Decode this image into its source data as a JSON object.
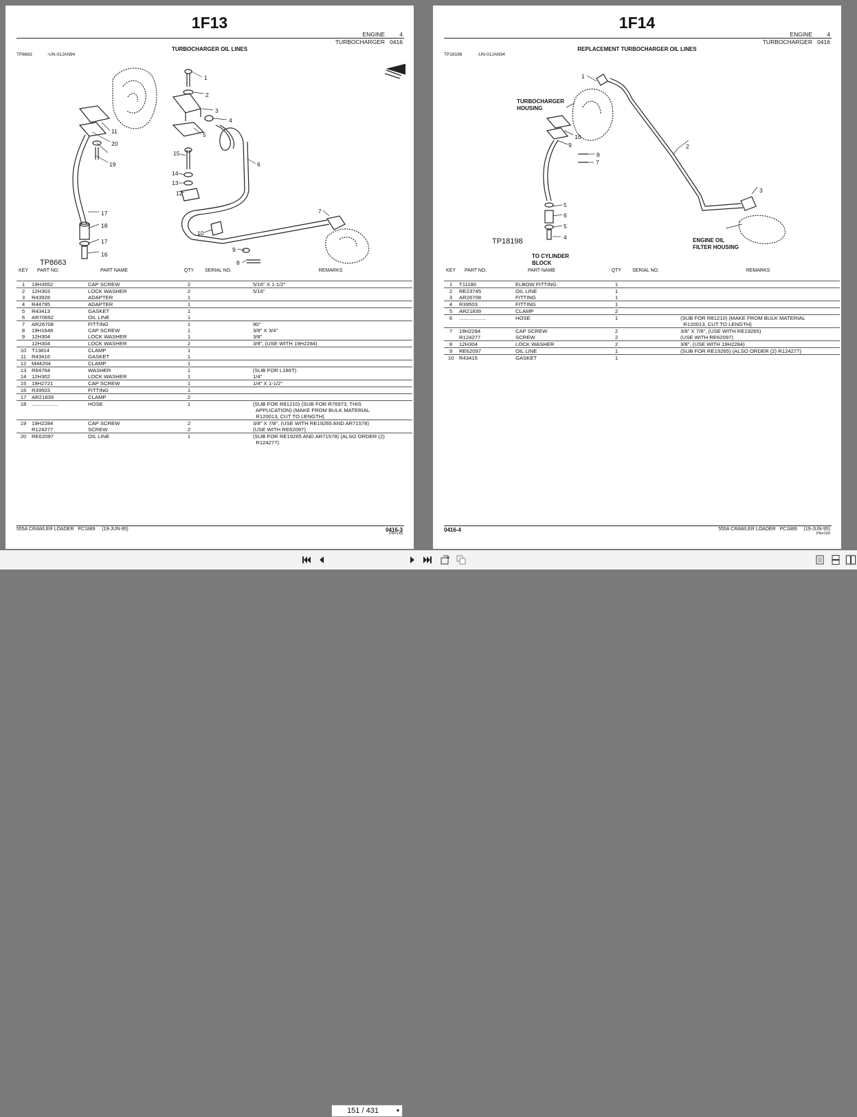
{
  "pages": [
    {
      "title": "1F13",
      "section": [
        {
          "name": "ENGINE",
          "num": "4"
        },
        {
          "name": "TURBOCHARGER",
          "num": "0416"
        }
      ],
      "caption": "TURBOCHARGER OIL LINES",
      "ref_id": "TP8663",
      "ref_date": "-UN-01JAN94",
      "diagram_tag": "TP8663",
      "callouts": [
        "1",
        "2",
        "3",
        "4",
        "5",
        "6",
        "7",
        "8",
        "9",
        "10",
        "11",
        "12",
        "13",
        "14",
        "15",
        "16",
        "17",
        "17",
        "18",
        "19",
        "20"
      ],
      "table_headers": {
        "key": "KEY",
        "part": "PART NO.",
        "name": "PART NAME",
        "qty": "QTY",
        "serial": "SERIAL NO.",
        "remarks": "REMARKS"
      },
      "rows": [
        {
          "key": "1",
          "part": "19H3552",
          "name": "CAP SCREW",
          "qty": "2",
          "remarks": "5/16\" X 1-1/2\""
        },
        {
          "key": "2",
          "part": "12H303",
          "name": "LOCK WASHER",
          "qty": "2",
          "remarks": "5/16\""
        },
        {
          "key": "3",
          "part": "R43928",
          "name": "ADAPTER",
          "qty": "1",
          "remarks": ""
        },
        {
          "key": "4",
          "part": "R44795",
          "name": "ADAPTER",
          "qty": "1",
          "remarks": ""
        },
        {
          "key": "5",
          "part": "R43413",
          "name": "GASKET",
          "qty": "1",
          "remarks": ""
        },
        {
          "key": "6",
          "part": "AR70692",
          "name": "OIL LINE",
          "qty": "1",
          "remarks": ""
        },
        {
          "key": "7",
          "part": "AR26708",
          "name": "FITTING",
          "qty": "1",
          "remarks": "90°"
        },
        {
          "key": "8",
          "part": "19H1648",
          "name": "CAP SCREW",
          "qty": "1",
          "remarks": "3/8\" X 3/4\""
        },
        {
          "key": "9",
          "part": "12H304",
          "name": "LOCK WASHER",
          "qty": "1",
          "remarks": "3/8\""
        },
        {
          "key": "",
          "part": "12H304",
          "name": "LOCK WASHER",
          "qty": "2",
          "remarks": "3/8\", (USE WITH 19H2284)"
        },
        {
          "key": "10",
          "part": "T13814",
          "name": "CLAMP",
          "qty": "1",
          "remarks": ""
        },
        {
          "key": "11",
          "part": "R43416",
          "name": "GASKET",
          "qty": "1",
          "remarks": ""
        },
        {
          "key": "12",
          "part": "M44204",
          "name": "CLAMP",
          "qty": "1",
          "remarks": ""
        },
        {
          "key": "13",
          "part": "R64764",
          "name": "WASHER",
          "qty": "1",
          "remarks": "(SUB FOR L186T)"
        },
        {
          "key": "14",
          "part": "12H302",
          "name": "LOCK WASHER",
          "qty": "1",
          "remarks": "1/4\""
        },
        {
          "key": "15",
          "part": "19H2721",
          "name": "CAP SCREW",
          "qty": "1",
          "remarks": "1/4\" X 1-1/2\""
        },
        {
          "key": "16",
          "part": "R39503",
          "name": "FITTING",
          "qty": "1",
          "remarks": ""
        },
        {
          "key": "17",
          "part": "AR21839",
          "name": "CLAMP",
          "qty": "2",
          "remarks": ""
        },
        {
          "key": "18",
          "part": "..................",
          "name": "HOSE",
          "qty": "1",
          "remarks": "(SUB FOR R81210) (SUB FOR R76973, THIS\n  APPLICATION) (MAKE FROM BULK MATERIAL\n  R120013, CUT TO LENGTH)"
        },
        {
          "key": "19",
          "part": "19H2284",
          "name": "CAP SCREW",
          "qty": "2",
          "remarks": "3/8\" X 7/8\", (USE WITH RE19265 AND AR71578)"
        },
        {
          "key": "",
          "part": "R124277",
          "name": "SCREW",
          "qty": "2",
          "remarks": "(USE WITH RE62097)"
        },
        {
          "key": "20",
          "part": "RE62097",
          "name": "OIL LINE",
          "qty": "1",
          "remarks": "(SUB FOR RE19265 AND AR71578) (ALSO ORDER (2)\n  R124277)"
        }
      ],
      "separators_after": [
        0,
        2,
        3,
        5,
        8,
        9,
        11,
        12,
        14,
        15,
        16,
        17,
        18,
        20
      ],
      "footer_title": "555A CRAWLER LOADER   PC1889     (19-JUN-95)",
      "page_ref": "0416-3",
      "pn": "PN=149"
    },
    {
      "title": "1F14",
      "section": [
        {
          "name": "ENGINE",
          "num": "4"
        },
        {
          "name": "TURBOCHARGER",
          "num": "0416"
        }
      ],
      "caption": "REPLACEMENT TURBOCHARGER OIL LINES",
      "ref_id": "TP18198",
      "ref_date": "-UN-01JAN94",
      "diagram_tag": "TP18198",
      "labels": {
        "turbo": "TURBOCHARGER",
        "housing": "HOUSING",
        "cyl1": "TO CYLINDER",
        "cyl2": "BLOCK",
        "filter1": "ENGINE OIL",
        "filter2": "FILTER HOUSING"
      },
      "callouts": [
        "1",
        "2",
        "3",
        "4",
        "5",
        "5",
        "6",
        "7",
        "8",
        "9",
        "10"
      ],
      "table_headers": {
        "key": "KEY",
        "part": "PART NO.",
        "name": "PART NAME",
        "qty": "QTY",
        "serial": "SERIAL NO.",
        "remarks": "REMARKS"
      },
      "rows": [
        {
          "key": "1",
          "part": "T11180",
          "name": "ELBOW FITTING",
          "qty": "1",
          "remarks": ""
        },
        {
          "key": "2",
          "part": "RE23745",
          "name": "OIL LINE",
          "qty": "1",
          "remarks": ""
        },
        {
          "key": "3",
          "part": "AR26708",
          "name": "FITTING",
          "qty": "1",
          "remarks": ""
        },
        {
          "key": "4",
          "part": "R39503",
          "name": "FITTING",
          "qty": "1",
          "remarks": ""
        },
        {
          "key": "5",
          "part": "AR21839",
          "name": "CLAMP",
          "qty": "2",
          "remarks": ""
        },
        {
          "key": "6",
          "part": "..................",
          "name": "HOSE",
          "qty": "1",
          "remarks": "(SUB FOR R81210) (MAKE FROM BULK MATERIAL\n  R120013, CUT TO LENGTH)"
        },
        {
          "key": "7",
          "part": "19H2284",
          "name": "CAP SCREW",
          "qty": "2",
          "remarks": "3/8\" X 7/8\", (USE WITH RE19265)"
        },
        {
          "key": "",
          "part": "R124277",
          "name": "SCREW",
          "qty": "2",
          "remarks": "(USE WITH RE62097)"
        },
        {
          "key": "8",
          "part": "12H304",
          "name": "LOCK WASHER",
          "qty": "2",
          "remarks": "3/8\", (USE WITH 19H2284)"
        },
        {
          "key": "9",
          "part": "RE62097",
          "name": "OIL LINE",
          "qty": "1",
          "remarks": "(SUB FOR RE19265) (ALSO ORDER (2) R124277)"
        },
        {
          "key": "10",
          "part": "R43416",
          "name": "GASKET",
          "qty": "1",
          "remarks": ""
        }
      ],
      "separators_after": [
        0,
        2,
        3,
        4,
        5,
        7,
        8,
        9
      ],
      "footer_title": "555A CRAWLER LOADER   PC1889     (19-JUN-95)",
      "page_ref": "0416-4",
      "pn": "PN=150"
    }
  ],
  "toolbar": {
    "page_indicator": "151 / 431",
    "icons": [
      "first-page-icon",
      "prev-page-icon",
      "next-page-icon",
      "last-page-icon",
      "rotate-icon",
      "copy-icon",
      "single-page-view-icon",
      "continuous-view-icon",
      "two-page-view-icon"
    ]
  }
}
